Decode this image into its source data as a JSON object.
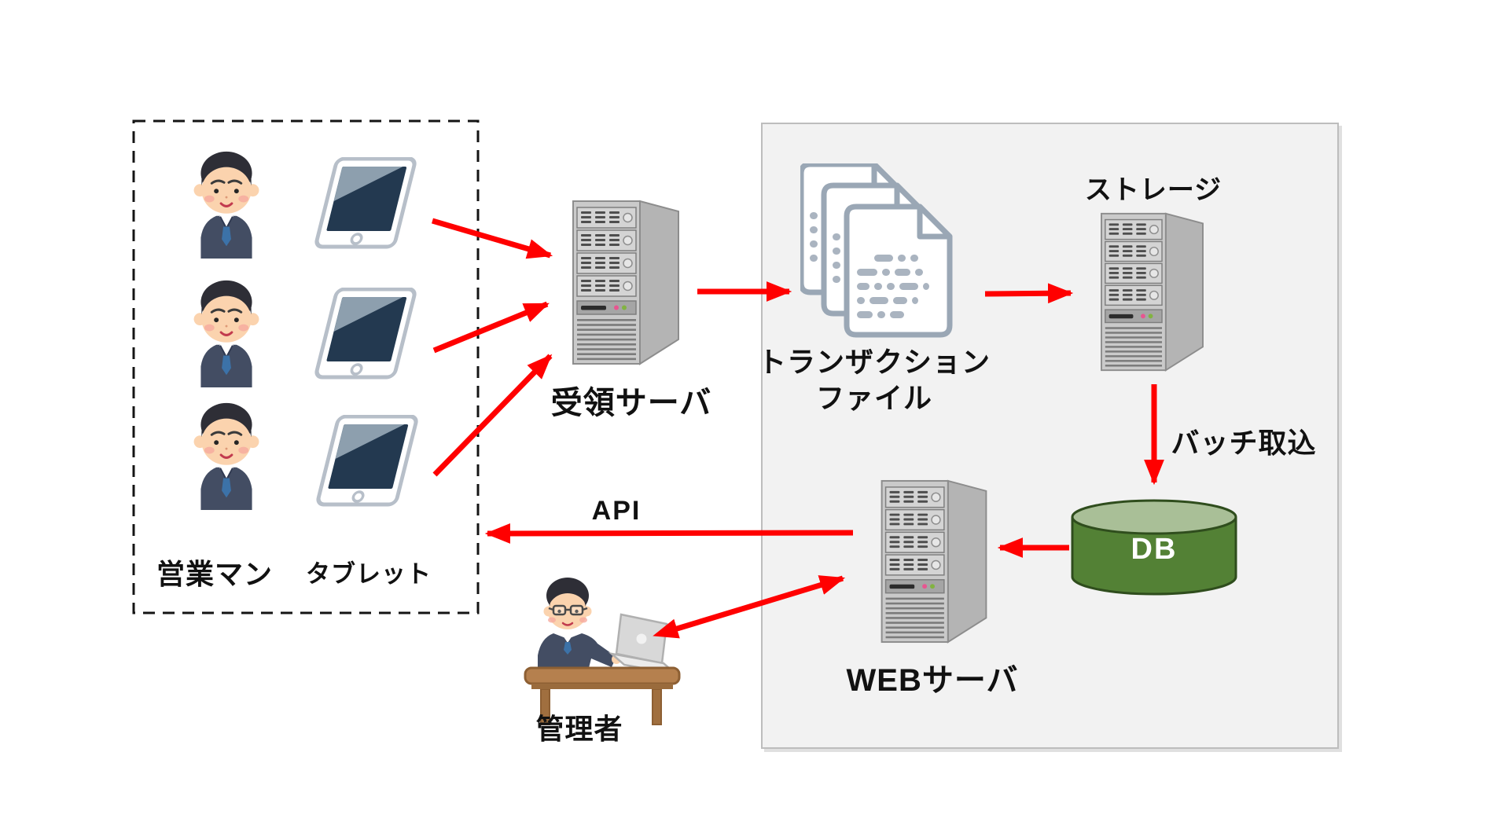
{
  "diagram": {
    "sales_zone": {
      "sales_label": "営業マン",
      "tablet_label": "タブレット",
      "person_count": 3,
      "tablet_count": 3
    },
    "nodes": {
      "receiving_server": {
        "label": "受領サーバ"
      },
      "transaction_files": {
        "label_line1": "トランザクション",
        "label_line2": "ファイル"
      },
      "storage": {
        "label": "ストレージ"
      },
      "database": {
        "label": "DB"
      },
      "web_server": {
        "label": "WEBサーバ"
      },
      "administrator": {
        "label": "管理者"
      }
    },
    "edges": {
      "api_label": "API",
      "batch_import_label": "バッチ取込"
    },
    "colors": {
      "arrow": "#ff0000",
      "panel_fill": "#f2f2f2",
      "panel_border": "#bdbdbd",
      "dashed_border": "#141414",
      "db_body": "#538135",
      "db_top": "#a9bf97",
      "tablet_screen": "#233950",
      "suit": "#434d63",
      "desk": "#b5804e"
    }
  }
}
